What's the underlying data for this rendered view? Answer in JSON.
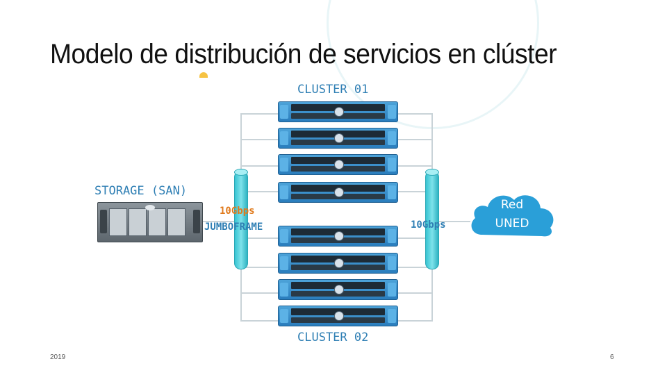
{
  "slide": {
    "title": "Modelo de distribución de servicios en clúster",
    "footer_date": "2019",
    "page_number": "6"
  },
  "diagram": {
    "cluster_top_label": "CLUSTER 01",
    "cluster_bottom_label": "CLUSTER 02",
    "storage_label": "STORAGE (SAN)",
    "left_link_speed": "10Gbps",
    "left_link_mode": "JUMBOFRAME",
    "right_link_speed": "10Gbps",
    "network_line1": "Red",
    "network_line2": "UNED",
    "servers_per_cluster": 4
  },
  "colors": {
    "accent_blue": "#2f7fb4",
    "accent_orange": "#e07a1c",
    "switch_cyan": "#37c4d2",
    "cloud_blue": "#2a9fd8"
  }
}
